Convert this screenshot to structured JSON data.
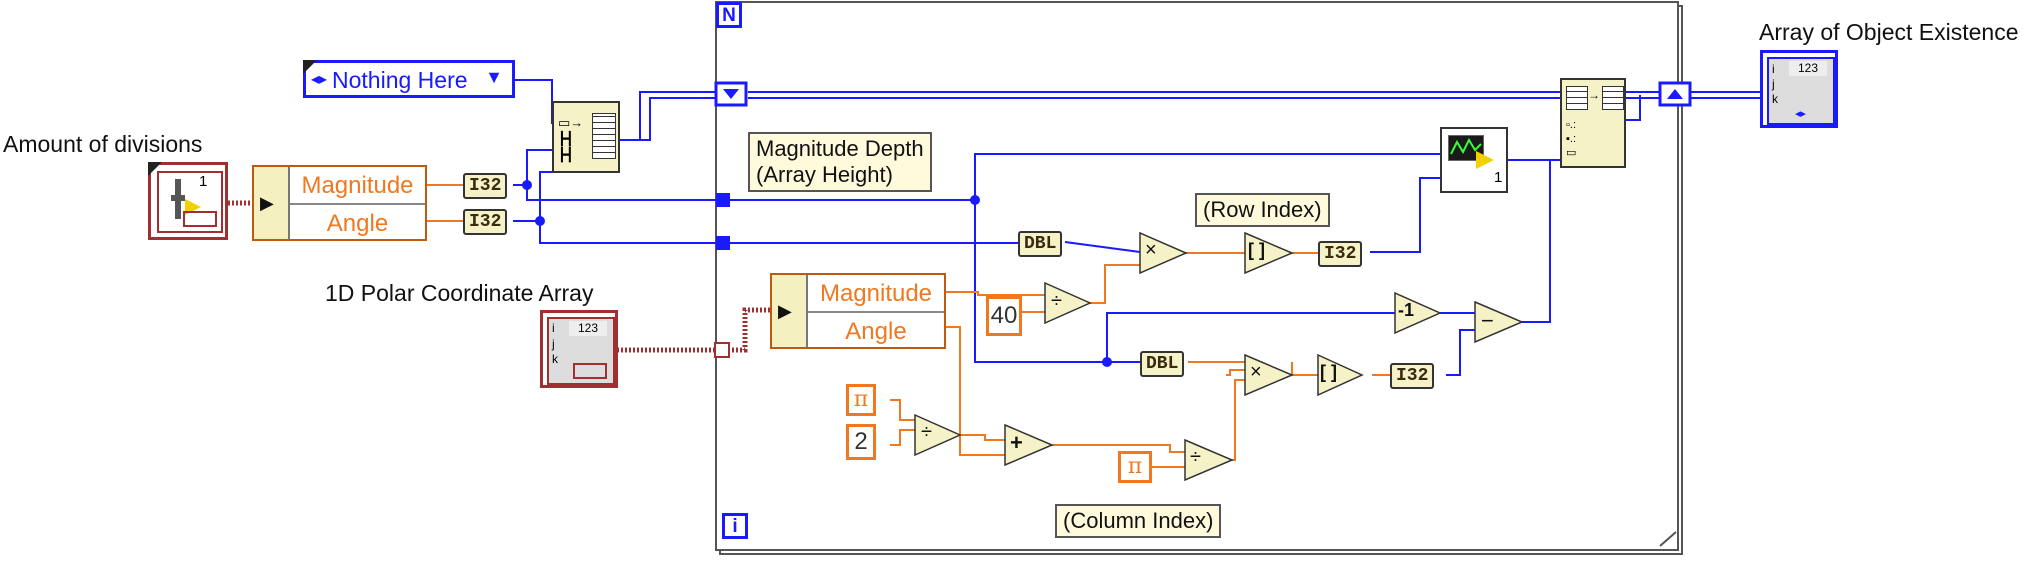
{
  "labels": {
    "amount_of_divisions": "Amount of divisions",
    "polar_array": "1D Polar Coordinate Array",
    "output_array": "Array of Object Existence"
  },
  "enum_constant": {
    "text": "Nothing Here"
  },
  "unbundle_top": {
    "field1": "Magnitude",
    "field2": "Angle"
  },
  "unbundle_inner": {
    "field1": "Magnitude",
    "field2": "Angle"
  },
  "conversions": {
    "i32": "I32",
    "dbl": "DBL"
  },
  "constants": {
    "forty": "40",
    "two": "2",
    "pi": "π"
  },
  "comments": {
    "magnitude_depth_line1": "Magnitude Depth",
    "magnitude_depth_line2": "(Array Height)",
    "row_index": "(Row Index)",
    "column_index": "(Column Index)"
  },
  "loop": {
    "count_terminal": "N",
    "iteration_terminal": "i"
  },
  "operators": {
    "multiply": "×",
    "divide": "÷",
    "add": "+",
    "subtract": "−",
    "decrement": "-1",
    "round": "[ ]"
  },
  "indicator_text": {
    "one": "1",
    "index_i": "i",
    "index_j": "j",
    "index_k": "k",
    "num": "123"
  },
  "colors": {
    "wire_blue": "#1a1aff",
    "wire_orange": "#f07820",
    "cluster_wire": "#a03030",
    "node_fill": "#f6f2c8"
  }
}
